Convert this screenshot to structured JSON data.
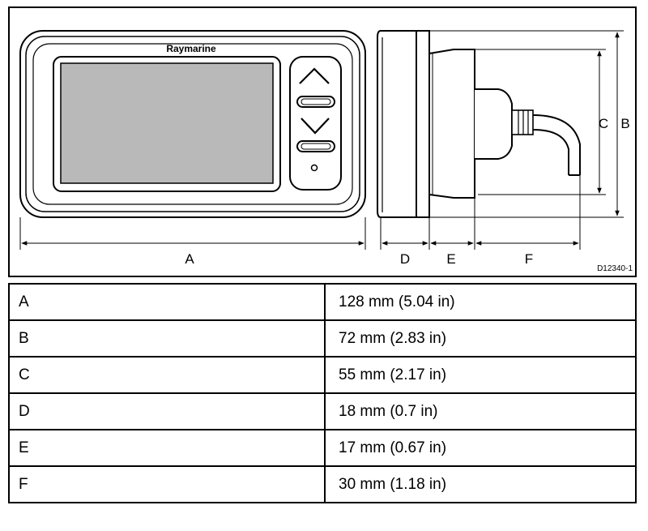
{
  "diagram": {
    "brand_logo": "Raymarine",
    "drawing_ref": "D12340-1",
    "dimension_labels": [
      "A",
      "B",
      "C",
      "D",
      "E",
      "F"
    ],
    "icons": {
      "up": "chevron-up-icon",
      "down": "chevron-down-icon",
      "ok": "oval-button-icon",
      "power": "circle-dot-icon"
    }
  },
  "dimensions_table": {
    "rows": [
      {
        "label": "A",
        "value": "128 mm (5.04 in)"
      },
      {
        "label": "B",
        "value": "72 mm (2.83 in)"
      },
      {
        "label": "C",
        "value": "55 mm (2.17 in)"
      },
      {
        "label": "D",
        "value": "18 mm (0.7 in)"
      },
      {
        "label": "E",
        "value": "17 mm (0.67 in)"
      },
      {
        "label": "F",
        "value": "30 mm (1.18 in)"
      }
    ]
  }
}
